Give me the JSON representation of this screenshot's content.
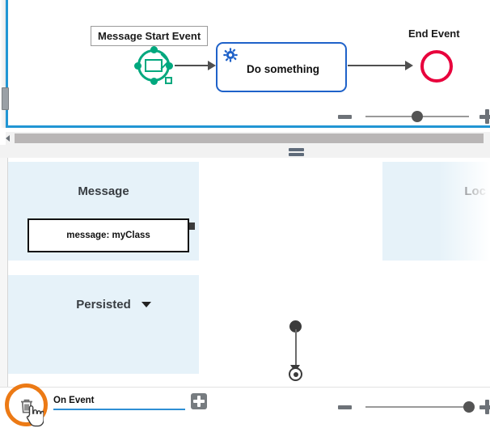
{
  "canvas": {
    "name": "bpmn-diagram-canvas",
    "nodes": [
      {
        "id": "start",
        "type": "message-start-event",
        "label": "Message Start Event",
        "selected": true
      },
      {
        "id": "task",
        "type": "service-task",
        "label": "Do something",
        "icon": "gear-icon"
      },
      {
        "id": "end",
        "type": "end-event",
        "label": "End Event"
      }
    ],
    "flows": [
      {
        "from": "start",
        "to": "task"
      },
      {
        "from": "task",
        "to": "end"
      }
    ],
    "colors": {
      "start_event": "#00a87e",
      "task_border": "#1f62c9",
      "task_icon": "#1f62c9",
      "end_event": "#e8003c",
      "flow": "#4f4f4f",
      "canvas_border": "#2196d4"
    },
    "zoom_slider": {
      "name": "canvas-zoom-slider",
      "minus_label": "−",
      "plus_label": "+",
      "position_percent": 50
    },
    "horizontal_scrollbar": {
      "name": "canvas-horizontal-scrollbar"
    },
    "vertical_scrollbar": {
      "name": "canvas-vertical-scrollbar"
    }
  },
  "splitter": {
    "name": "panel-splitter",
    "grip": "drag-handle"
  },
  "lower": {
    "cards": [
      {
        "title": "Message",
        "name": "message-card",
        "background": "#e6f2f9",
        "item": {
          "label": "message: myClass",
          "name": "message-type-box"
        }
      },
      {
        "title": "Persisted",
        "name": "persisted-card",
        "background": "#e6f2f9",
        "dropdown": true
      },
      {
        "title": "Loc",
        "name": "local-card",
        "background": "#e6f2f9",
        "truncated": true
      }
    ],
    "connector": {
      "name": "event-connector",
      "source": "source-node-dot",
      "target": "target-node-marker"
    },
    "toolbar": {
      "delete_button": {
        "name": "delete-button",
        "icon": "trash-icon",
        "highlighted": true
      },
      "highlight_color": "#ec7a15",
      "field": {
        "label": "On Event",
        "name": "on-event-field",
        "underline_color": "#2e8fd4"
      },
      "add_button": {
        "name": "add-button",
        "icon": "plus-icon",
        "label": "+"
      },
      "zoom_slider": {
        "name": "lower-zoom-slider",
        "minus_label": "−",
        "plus_label": "+",
        "position_percent": 100
      }
    },
    "cursor": {
      "name": "hand-cursor",
      "icon": "pointing-hand-cursor"
    }
  }
}
